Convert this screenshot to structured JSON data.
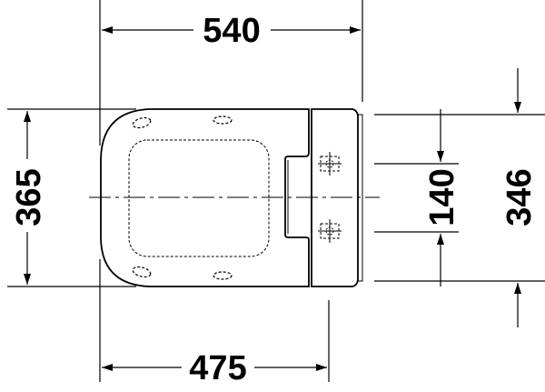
{
  "drawing": {
    "title": "Toilet seat top view dimensions",
    "dimensions": {
      "overall_length": "540",
      "seat_length": "475",
      "overall_width": "365",
      "hinge_spacing": "140",
      "cover_width": "346"
    },
    "line_color": "#000000"
  }
}
